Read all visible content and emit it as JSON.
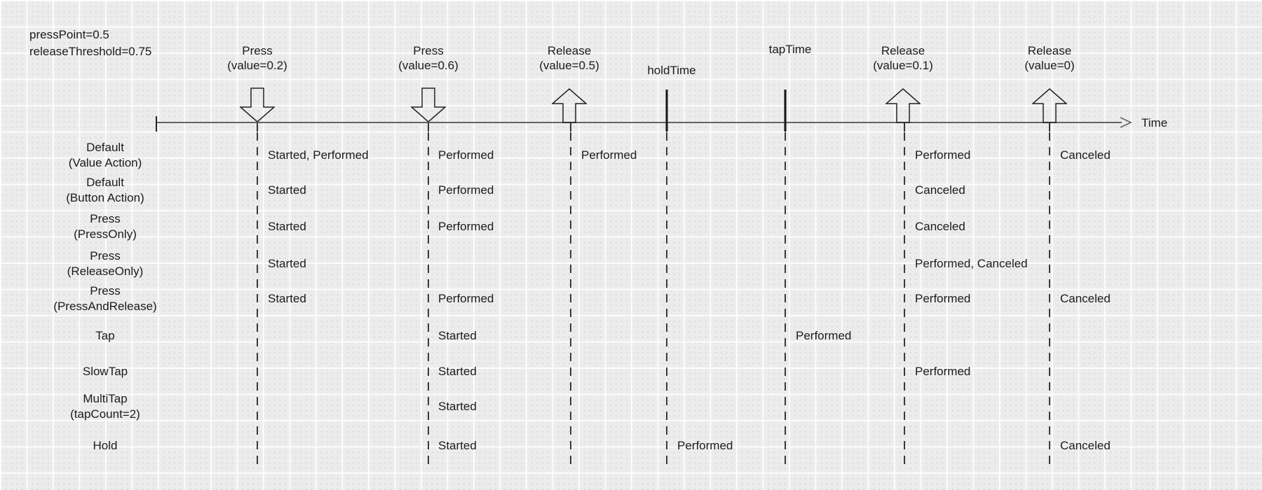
{
  "annotation": {
    "press_point": "pressPoint=0.5",
    "release_threshold": "releaseThreshold=0.75"
  },
  "axis": {
    "label": "Time"
  },
  "columns": [
    {
      "id": "press-0-2",
      "label1": "Press",
      "label2": "(value=0.2)",
      "marker": "arrow-down"
    },
    {
      "id": "press-0-6",
      "label1": "Press",
      "label2": "(value=0.6)",
      "marker": "arrow-down"
    },
    {
      "id": "release-0-5",
      "label1": "Release",
      "label2": "(value=0.5)",
      "marker": "arrow-up"
    },
    {
      "id": "hold-time",
      "label1": "holdTime",
      "marker": "tick"
    },
    {
      "id": "tap-time",
      "label1": "tapTime",
      "marker": "tick"
    },
    {
      "id": "release-0-1",
      "label1": "Release",
      "label2": "(value=0.1)",
      "marker": "arrow-up"
    },
    {
      "id": "release-0",
      "label1": "Release",
      "label2": "(value=0)",
      "marker": "arrow-up"
    }
  ],
  "rows": [
    {
      "label1": "Default",
      "label2": "(Value Action)",
      "cells": {
        "c1": "Started, Performed",
        "c2": "Performed",
        "c3": "Performed",
        "c6": "Performed",
        "c7": "Canceled"
      }
    },
    {
      "label1": "Default",
      "label2": "(Button Action)",
      "cells": {
        "c1": "Started",
        "c2": "Performed",
        "c6": "Canceled"
      }
    },
    {
      "label1": "Press",
      "label2": "(PressOnly)",
      "cells": {
        "c1": "Started",
        "c2": "Performed",
        "c6": "Canceled"
      }
    },
    {
      "label1": "Press",
      "label2": "(ReleaseOnly)",
      "cells": {
        "c1": "Started",
        "c6": "Performed, Canceled"
      }
    },
    {
      "label1": "Press",
      "label2": "(PressAndRelease)",
      "cells": {
        "c1": "Started",
        "c2": "Performed",
        "c6": "Performed",
        "c7": "Canceled"
      }
    },
    {
      "label1": "Tap",
      "cells": {
        "c2": "Started",
        "c5": "Performed"
      }
    },
    {
      "label1": "SlowTap",
      "cells": {
        "c2": "Started",
        "c6": "Performed"
      }
    },
    {
      "label1": "MultiTap",
      "label2": "(tapCount=2)",
      "cells": {
        "c2": "Started"
      }
    },
    {
      "label1": "Hold",
      "cells": {
        "c2": "Started",
        "c4": "Performed",
        "c7": "Canceled"
      }
    }
  ],
  "colors": {
    "text": "#1b1b1b",
    "axis": "#646464",
    "marker_outline": "#222222",
    "dashed_line": "#3a3a3a"
  }
}
